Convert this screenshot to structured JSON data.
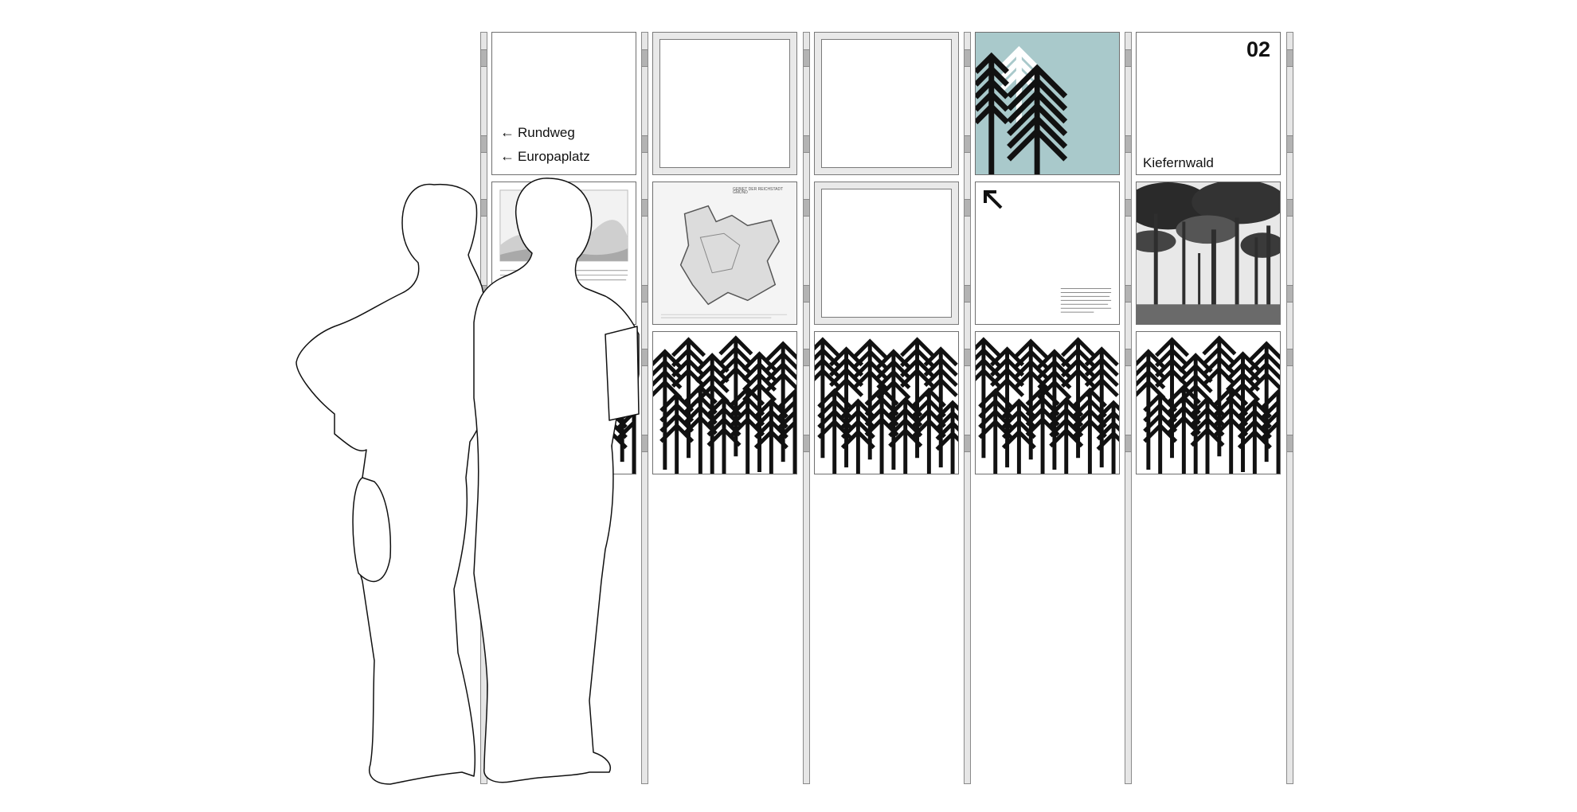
{
  "panels": {
    "directions": [
      {
        "label": "Rundweg",
        "arrow": "left-arrow-icon"
      },
      {
        "label": "Europaplatz",
        "arrow": "left-arrow-icon"
      }
    ],
    "station_number": "02",
    "station_name": "Kiefernwald",
    "map_heading": "GEBIET DER REICHSTADT GMÜND",
    "teal_color": "#a9c9cb",
    "icons": [
      "pine-tree-icon",
      "up-left-arrow-icon",
      "pine-pattern"
    ]
  }
}
